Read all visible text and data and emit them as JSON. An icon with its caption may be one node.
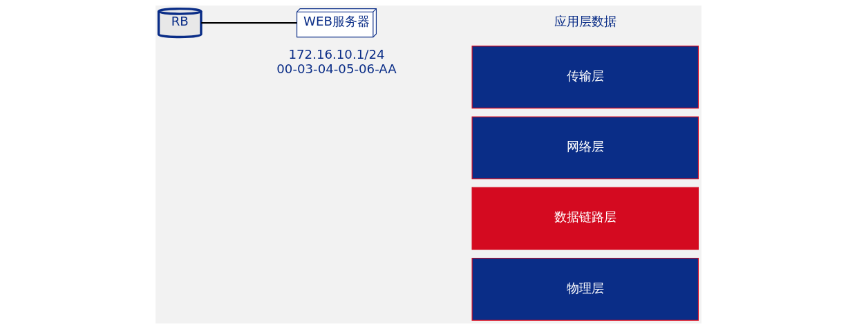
{
  "diagram": {
    "nodes": [
      {
        "text": [
          "RB"
        ]
      },
      {
        "text": [
          "WEB服务器"
        ],
        "beside": [
          "172.16.10.1/24",
          "00-03-04-05-06-AA"
        ]
      },
      {
        "text": [
          "传输层"
        ]
      },
      {
        "text": [
          "网络层"
        ]
      },
      {
        "text": [
          "数据链路层"
        ]
      },
      {
        "text": [
          "物理层"
        ]
      }
    ],
    "edges": [
      {
        "from": 0,
        "to": 1,
        "arrow": "none"
      }
    ],
    "labels": [
      "应用层数据"
    ]
  }
}
